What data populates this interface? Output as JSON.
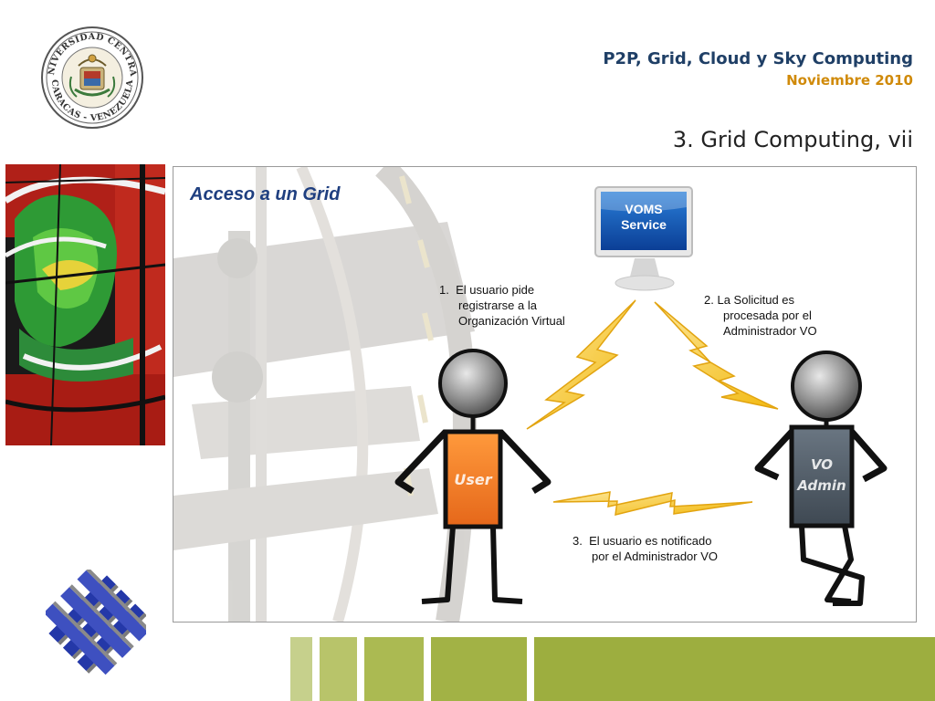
{
  "header": {
    "title": "P2P, Grid, Cloud y Sky Computing",
    "date": "Noviembre 2010"
  },
  "slide": {
    "title": "3. Grid Computing, vii",
    "heading": "Acceso a un Grid"
  },
  "seal": {
    "text_top": "UNIVERSIDAD CENTRAL",
    "text_bottom": "CARACAS - VENEZUELA"
  },
  "diagram": {
    "server_label_1": "VOMS",
    "server_label_2": "Service",
    "user_label": "User",
    "admin_label_1": "VO",
    "admin_label_2": "Admin",
    "step1": {
      "number": "1.",
      "line1": "El usuario pide",
      "line2": "registrarse a la",
      "line3": "Organización Virtual"
    },
    "step2": {
      "number": "2.",
      "line1": "La Solicitud es",
      "line2": "procesada por el",
      "line3": "Administrador VO"
    },
    "step3": {
      "number": "3.",
      "line1": "El usuario es notificado",
      "line2": "por el Administrador VO"
    }
  },
  "colors": {
    "header_blue": "#1f3f66",
    "date_orange": "#d08a0a",
    "heading_blue": "#1f3f80",
    "user_orange": "#f07f22",
    "admin_slate": "#4f5b66",
    "bolt_yellow": "#f4c21a",
    "bar_green": "#a8b84a"
  },
  "icons": {
    "seal": "university-seal-icon",
    "logo": "institutional-logo-icon",
    "stained_glass": "stained-glass-image",
    "server": "monitor-icon",
    "bolt": "lightning-bolt-icon",
    "person": "stick-figure-icon"
  }
}
